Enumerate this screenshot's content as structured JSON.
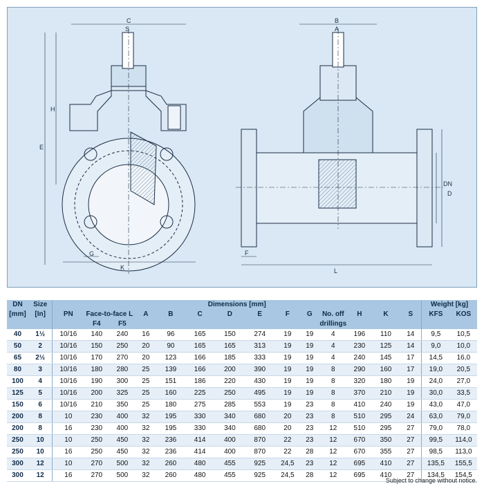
{
  "drawing": {
    "labels_left": {
      "c": "C",
      "s": "S",
      "h": "H",
      "e": "E",
      "g": "G",
      "k": "K"
    },
    "labels_right": {
      "b": "B",
      "a": "A",
      "dn": "DN",
      "d": "D",
      "f": "F",
      "l": "L"
    }
  },
  "table": {
    "header": {
      "dn": "DN",
      "dn_unit": "[mm]",
      "size": "Size",
      "size_unit": "[In]",
      "dimensions": "Dimensions [mm]",
      "pn": "PN",
      "ftf": "Face-to-face L",
      "f4": "F4",
      "f5": "F5",
      "a": "A",
      "b": "B",
      "c": "C",
      "d": "D",
      "e": "E",
      "f": "F",
      "g": "G",
      "drill1": "No. off",
      "drill2": "drillings",
      "h": "H",
      "k": "K",
      "s": "S",
      "weight": "Weight [kg]",
      "kfs": "KFS",
      "kos": "KOS"
    },
    "rows": [
      [
        "40",
        "1½",
        "10/16",
        "140",
        "240",
        "16",
        "96",
        "165",
        "150",
        "274",
        "19",
        "19",
        "4",
        "196",
        "110",
        "14",
        "9,5",
        "10,5"
      ],
      [
        "50",
        "2",
        "10/16",
        "150",
        "250",
        "20",
        "90",
        "165",
        "165",
        "313",
        "19",
        "19",
        "4",
        "230",
        "125",
        "14",
        "9,0",
        "10,0"
      ],
      [
        "65",
        "2½",
        "10/16",
        "170",
        "270",
        "20",
        "123",
        "166",
        "185",
        "333",
        "19",
        "19",
        "4",
        "240",
        "145",
        "17",
        "14,5",
        "16,0"
      ],
      [
        "80",
        "3",
        "10/16",
        "180",
        "280",
        "25",
        "139",
        "166",
        "200",
        "390",
        "19",
        "19",
        "8",
        "290",
        "160",
        "17",
        "19,0",
        "20,5"
      ],
      [
        "100",
        "4",
        "10/16",
        "190",
        "300",
        "25",
        "151",
        "186",
        "220",
        "430",
        "19",
        "19",
        "8",
        "320",
        "180",
        "19",
        "24,0",
        "27,0"
      ],
      [
        "125",
        "5",
        "10/16",
        "200",
        "325",
        "25",
        "160",
        "225",
        "250",
        "495",
        "19",
        "19",
        "8",
        "370",
        "210",
        "19",
        "30,0",
        "33,5"
      ],
      [
        "150",
        "6",
        "10/16",
        "210",
        "350",
        "25",
        "180",
        "275",
        "285",
        "553",
        "19",
        "23",
        "8",
        "410",
        "240",
        "19",
        "43,0",
        "47,0"
      ],
      [
        "200",
        "8",
        "10",
        "230",
        "400",
        "32",
        "195",
        "330",
        "340",
        "680",
        "20",
        "23",
        "8",
        "510",
        "295",
        "24",
        "63,0",
        "79,0"
      ],
      [
        "200",
        "8",
        "16",
        "230",
        "400",
        "32",
        "195",
        "330",
        "340",
        "680",
        "20",
        "23",
        "12",
        "510",
        "295",
        "27",
        "79,0",
        "78,0"
      ],
      [
        "250",
        "10",
        "10",
        "250",
        "450",
        "32",
        "236",
        "414",
        "400",
        "870",
        "22",
        "23",
        "12",
        "670",
        "350",
        "27",
        "99,5",
        "114,0"
      ],
      [
        "250",
        "10",
        "16",
        "250",
        "450",
        "32",
        "236",
        "414",
        "400",
        "870",
        "22",
        "28",
        "12",
        "670",
        "355",
        "27",
        "98,5",
        "113,0"
      ],
      [
        "300",
        "12",
        "10",
        "270",
        "500",
        "32",
        "260",
        "480",
        "455",
        "925",
        "24,5",
        "23",
        "12",
        "695",
        "410",
        "27",
        "135,5",
        "155,5"
      ],
      [
        "300",
        "12",
        "16",
        "270",
        "500",
        "32",
        "260",
        "480",
        "455",
        "925",
        "24,5",
        "28",
        "12",
        "695",
        "410",
        "27",
        "134,5",
        "154,5"
      ]
    ]
  },
  "note": "Subject to change without notice.",
  "colors": {
    "panel": "#d9e8f4",
    "line": "#1a2d44",
    "header": "#a9c7e2",
    "accent": "#4f86b8"
  }
}
